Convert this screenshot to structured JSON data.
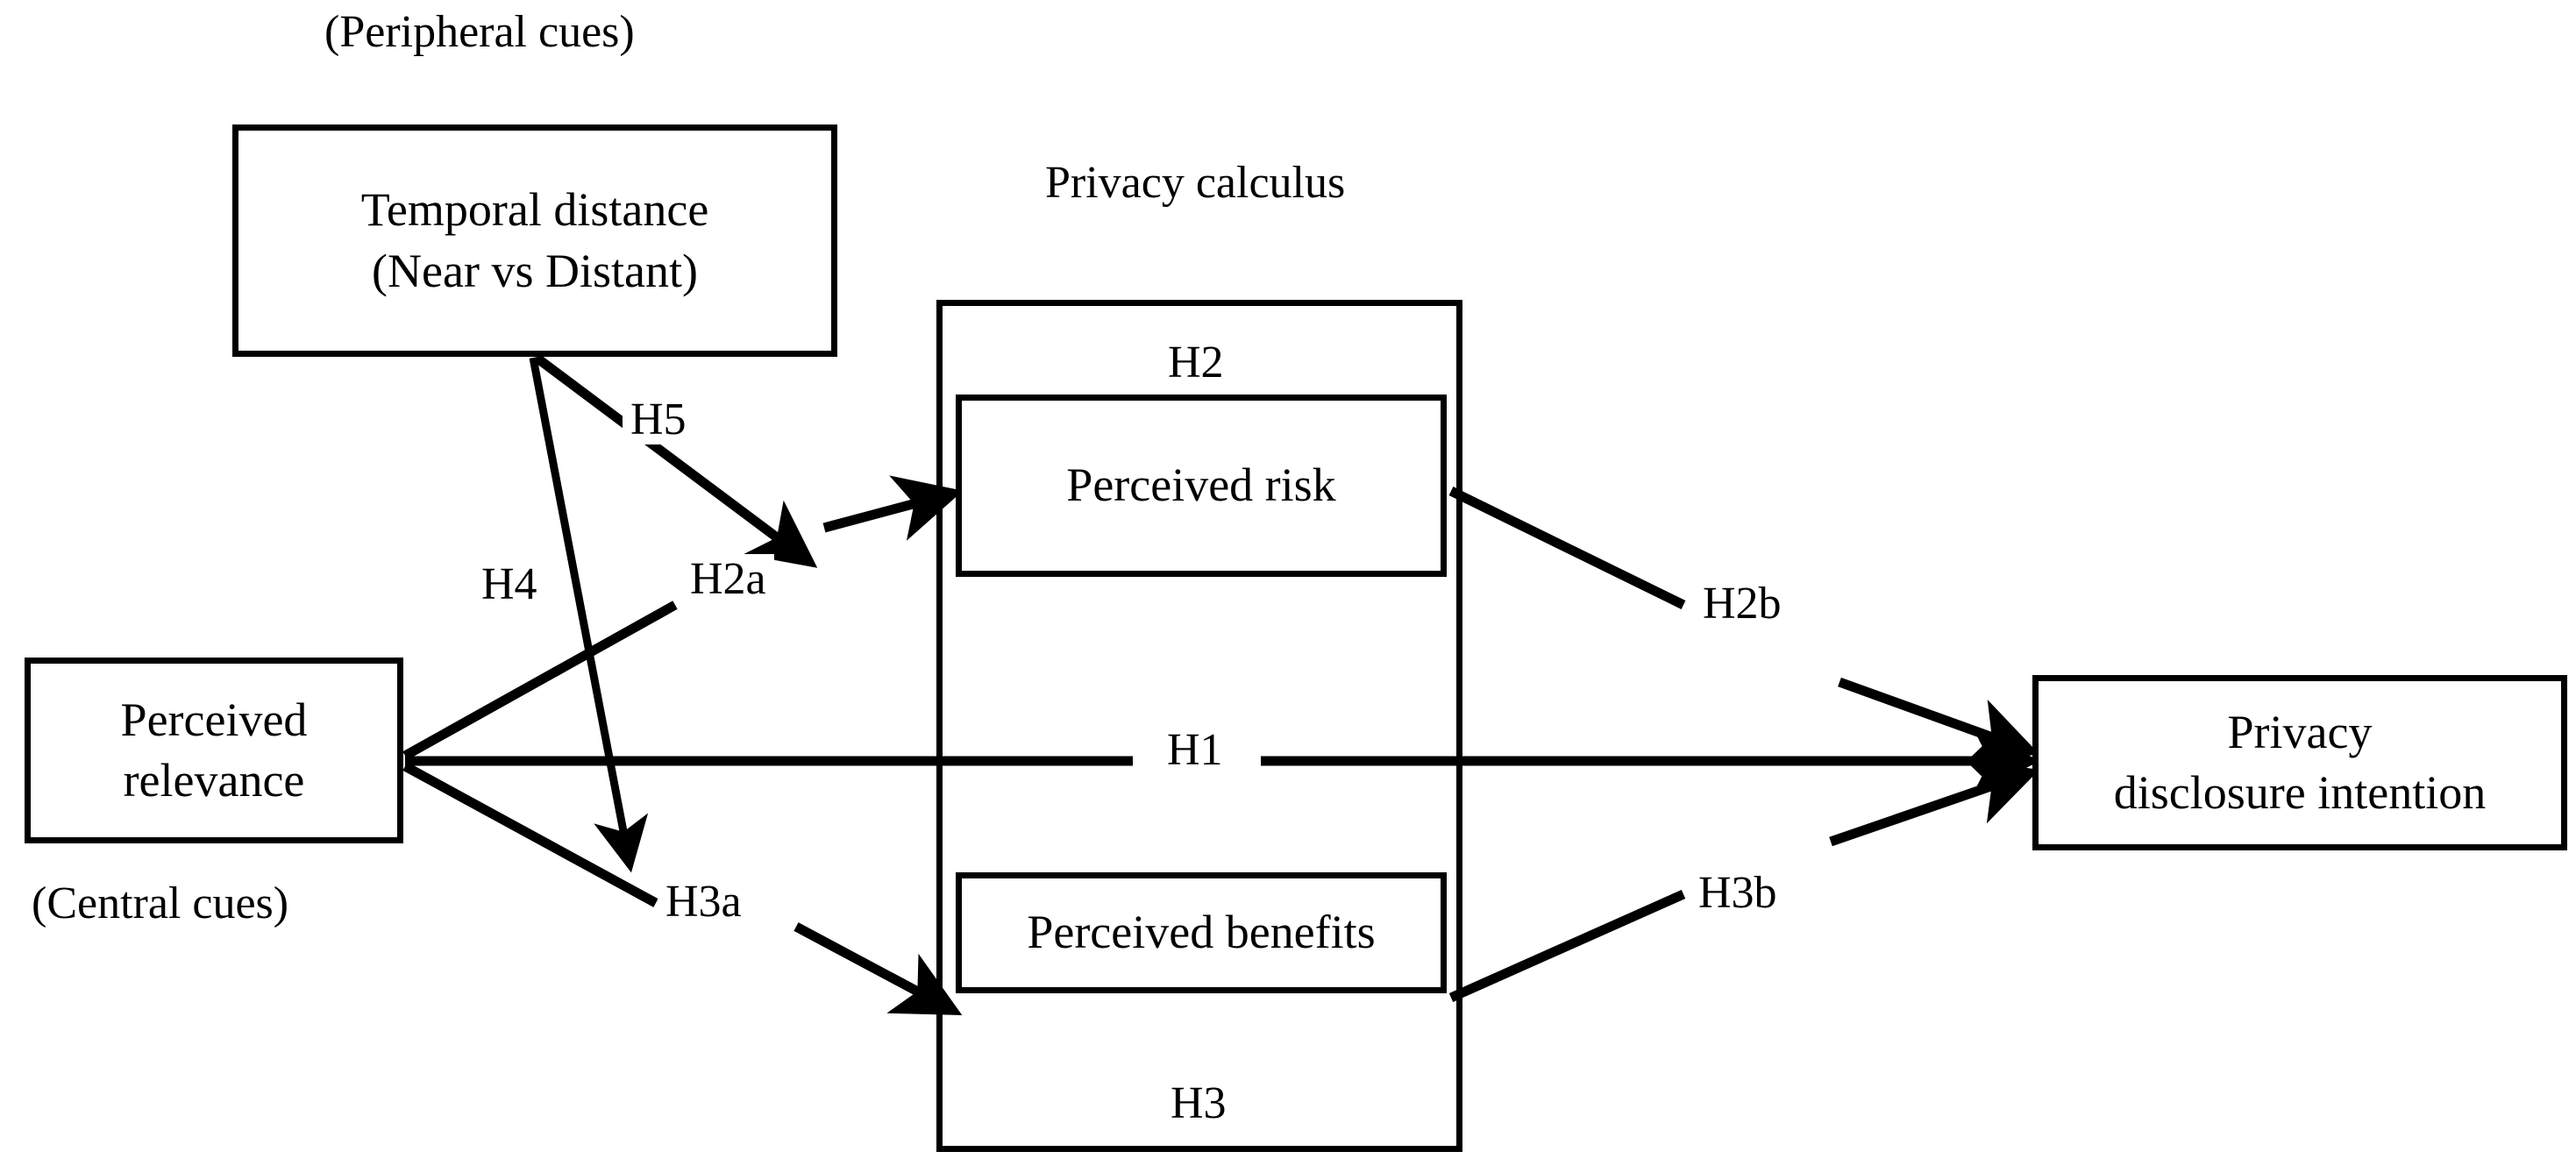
{
  "diagram": {
    "type": "research-model-path-diagram",
    "background_color": "#ffffff",
    "line_color": "#000000",
    "nodes": {
      "temporal_distance": "Temporal distance\n(Near vs Distant)",
      "perceived_relevance": "Perceived\nrelevance",
      "perceived_risk": "Perceived risk",
      "perceived_benefits": "Perceived benefits",
      "privacy_disclosure_intention": "Privacy\ndisclosure intention"
    },
    "annotations": {
      "peripheral_cues": "(Peripheral cues)",
      "central_cues": "(Central cues)",
      "privacy_calculus_title": "Privacy calculus"
    },
    "hypotheses": {
      "h1": "H1",
      "h2": "H2",
      "h2a": "H2a",
      "h2b": "H2b",
      "h3": "H3",
      "h3a": "H3a",
      "h3b": "H3b",
      "h4": "H4",
      "h5": "H5"
    },
    "paths": [
      {
        "id": "h1",
        "label": "H1",
        "from": "perceived_relevance",
        "to": "privacy_disclosure_intention"
      },
      {
        "id": "h2a",
        "label": "H2a",
        "from": "perceived_relevance",
        "to": "perceived_risk"
      },
      {
        "id": "h3a",
        "label": "H3a",
        "from": "perceived_relevance",
        "to": "perceived_benefits"
      },
      {
        "id": "h2b",
        "label": "H2b",
        "from": "perceived_risk",
        "to": "privacy_disclosure_intention"
      },
      {
        "id": "h3b",
        "label": "H3b",
        "from": "perceived_benefits",
        "to": "privacy_disclosure_intention"
      },
      {
        "id": "h4",
        "label": "H4",
        "from": "temporal_distance",
        "to": "h3a_path"
      },
      {
        "id": "h5",
        "label": "H5",
        "from": "temporal_distance",
        "to": "h2a_path"
      },
      {
        "id": "h2",
        "label": "H2",
        "from": "privacy_calculus",
        "to": "perceived_risk"
      },
      {
        "id": "h3",
        "label": "H3",
        "from": "privacy_calculus",
        "to": "perceived_benefits"
      }
    ]
  }
}
